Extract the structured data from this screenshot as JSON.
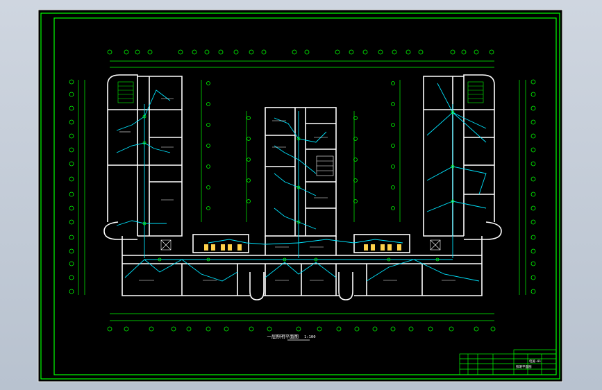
{
  "viewport": {
    "background": "#b9c3d0"
  },
  "sheet": {
    "background": "#000000",
    "frame_color": "#00ff00",
    "wall_color": "#ffffff",
    "wiring_color": "#00e5ff",
    "fixture_color": "#ffd24a",
    "bubble_color": "#00ff00"
  },
  "caption": {
    "title": "一层照明平面图",
    "scale": "1:100"
  },
  "title_block": {
    "project": "照明平面图",
    "drawing_no": "电施-01"
  }
}
